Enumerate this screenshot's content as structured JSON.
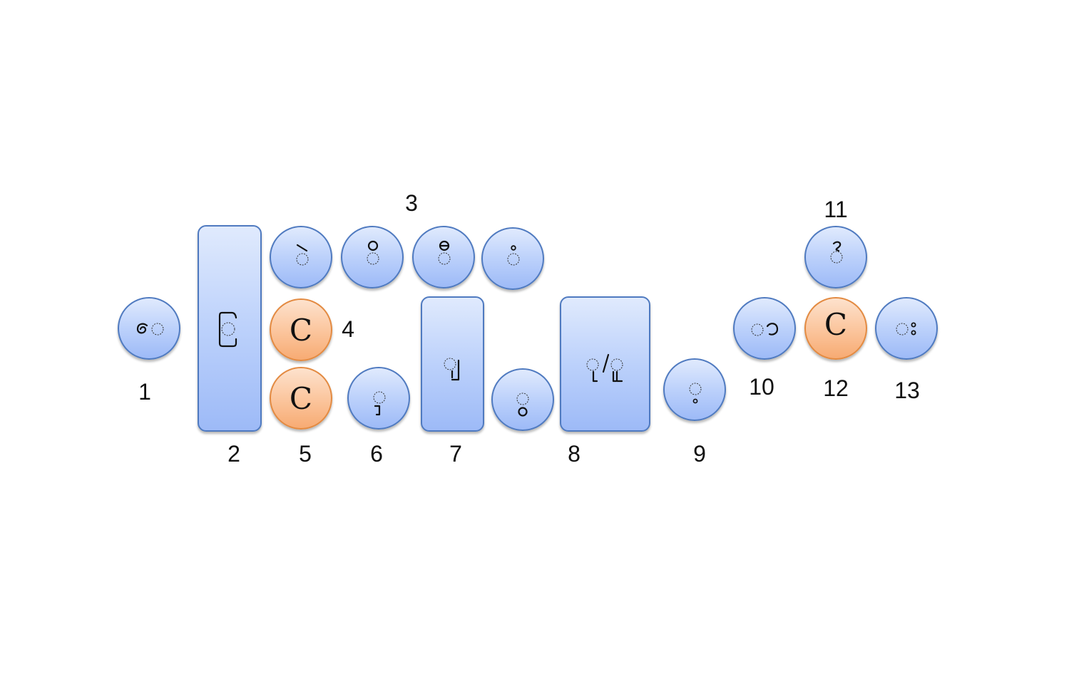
{
  "diagram": {
    "consonant_placeholder": "C",
    "slot_numbers": [
      "1",
      "2",
      "3",
      "4",
      "5",
      "6",
      "7",
      "8",
      "9",
      "10",
      "11",
      "12",
      "13"
    ]
  }
}
